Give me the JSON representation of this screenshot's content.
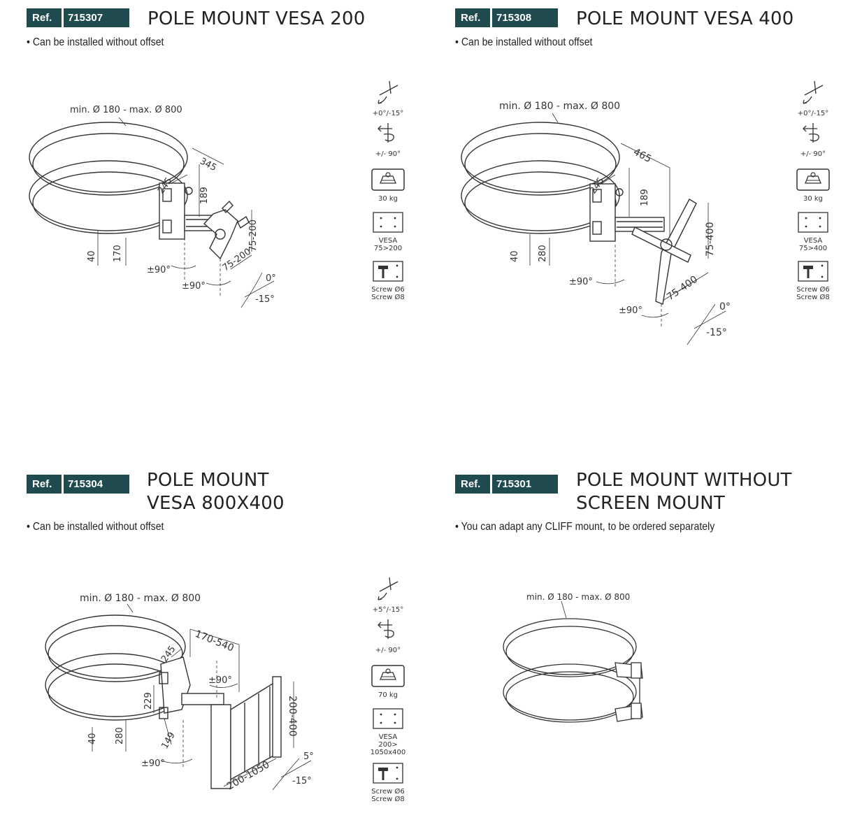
{
  "products": [
    {
      "ref_label": "Ref.",
      "ref_number": "715307",
      "title": [
        "POLE MOUNT VESA 200"
      ],
      "bullet": "• Can be installed without offset",
      "diagram": {
        "diameter": "min. Ø 180 - max. Ø 800",
        "dims": [
          "345",
          "245",
          "189",
          "75-200",
          "75-200",
          "40",
          "170",
          "±90°",
          "±90°",
          "0°",
          "-15°"
        ]
      },
      "icons": {
        "tilt": "+0°/-15°",
        "rotate": "+/- 90°",
        "weight": "30 kg",
        "vesa": [
          "VESA",
          "75>200"
        ],
        "screw": [
          "Screw Ø6",
          "Screw Ø8"
        ]
      }
    },
    {
      "ref_label": "Ref.",
      "ref_number": "715308",
      "title": [
        "POLE MOUNT VESA 400"
      ],
      "bullet": "• Can be installed without offset",
      "diagram": {
        "diameter": "min. Ø 180 - max. Ø 800",
        "dims": [
          "465",
          "245",
          "189",
          "75-400",
          "75-400",
          "40",
          "280",
          "±90°",
          "±90°",
          "0°",
          "-15°"
        ]
      },
      "icons": {
        "tilt": "+0°/-15°",
        "rotate": "+/- 90°",
        "weight": "30 kg",
        "vesa": [
          "VESA",
          "75>400"
        ],
        "screw": [
          "Screw Ø6",
          "Screw Ø8"
        ]
      }
    },
    {
      "ref_label": "Ref.",
      "ref_number": "715304",
      "title": [
        "POLE MOUNT",
        "VESA 800X400"
      ],
      "bullet": "• Can be installed without offset",
      "diagram": {
        "diameter": "min. Ø 180 - max. Ø 800",
        "dims": [
          "170-540",
          "245",
          "229",
          "149",
          "200-400",
          "200-1050",
          "40",
          "280",
          "±90°",
          "±90°",
          "5°",
          "-15°"
        ]
      },
      "icons": {
        "tilt": "+5°/-15°",
        "rotate": "+/- 90°",
        "weight": "70 kg",
        "vesa": [
          "VESA",
          "200>",
          "1050x400"
        ],
        "screw": [
          "Screw Ø6",
          "Screw Ø8"
        ]
      }
    },
    {
      "ref_label": "Ref.",
      "ref_number": "715301",
      "title": [
        "POLE MOUNT WITHOUT",
        "SCREEN MOUNT"
      ],
      "bullet": "• You can adapt any CLIFF mount, to be ordered separately",
      "diagram": {
        "diameter": "min. Ø 180 - max. Ø 800"
      }
    }
  ],
  "colors": {
    "badge": "#1f4a4e",
    "line": "#333333"
  },
  "icon_names": {
    "tilt": "tilt-icon",
    "rotate": "rotate-icon",
    "weight": "weight-icon",
    "vesa": "vesa-pattern-icon",
    "screw": "screw-icon"
  }
}
